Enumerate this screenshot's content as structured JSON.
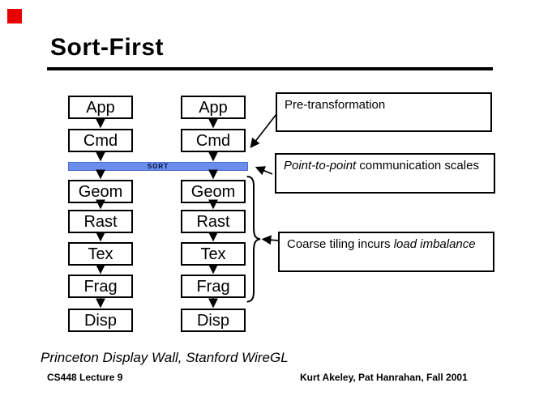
{
  "slide": {
    "title": "Sort-First",
    "corner_marker_color": "#e60000",
    "caption": "Princeton Display Wall, Stanford WireGL",
    "footer_left": "CS448 Lecture 9",
    "footer_right": "Kurt Akeley, Pat Hanrahan, Fall 2001"
  },
  "pipeline": {
    "num_columns": 2,
    "stages": [
      "App",
      "Cmd",
      "Geom",
      "Rast",
      "Tex",
      "Frag",
      "Disp"
    ],
    "sort_bar": {
      "label": "SORT",
      "fill_color": "#6b8df0",
      "border_color": "#4a6fd0"
    }
  },
  "annotations": {
    "pre_transformation": {
      "text": "Pre-transformation"
    },
    "point_to_point": {
      "italic_part": "Point-to-point",
      "rest": " communication scales"
    },
    "coarse_tiling": {
      "lead": "Coarse tiling incurs ",
      "italic_part": "load imbalance"
    }
  }
}
